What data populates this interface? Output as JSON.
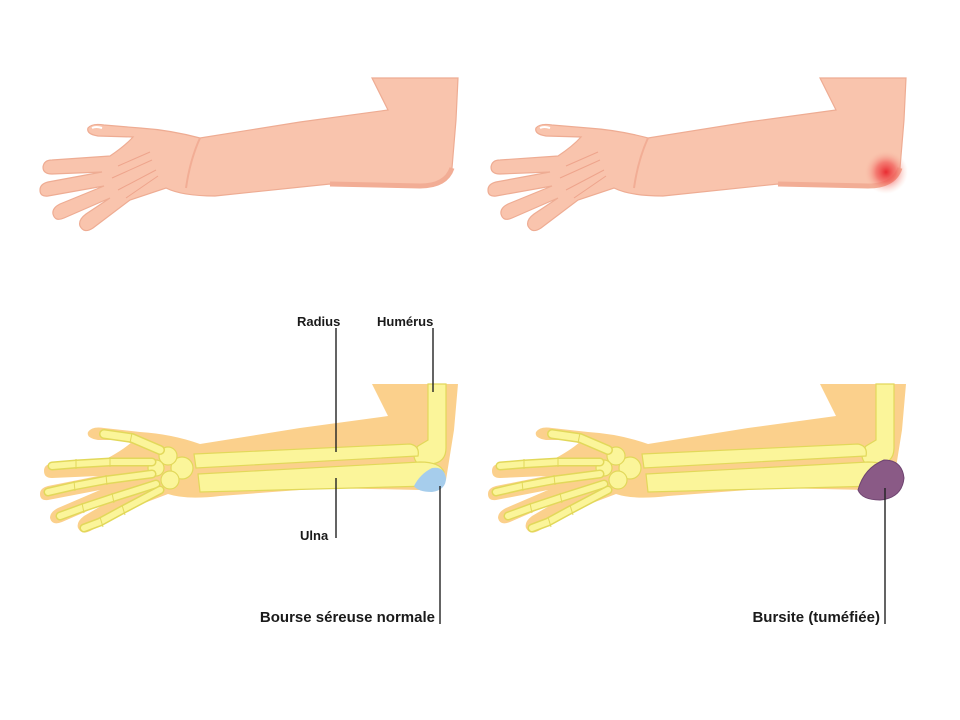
{
  "labels": {
    "radius": "Radius",
    "humerus": "Humérus",
    "ulna": "Ulna",
    "normal_bursa": "Bourse séreuse normale",
    "bursitis": "Bursite (tuméfiée)"
  },
  "colors": {
    "skin": "#f9c4ad",
    "skin_shade": "#f2ad95",
    "inflammation": "#e8242b",
    "tissue": "#fbd08c",
    "bone": "#fbf59a",
    "bone_outline": "#e2d85a",
    "normal_bursa": "#a6cdec",
    "swollen_bursa": "#8a5a86"
  },
  "icons": {
    "healthy_arm": "arm-exterior-icon",
    "inflamed_arm": "arm-inflamed-icon",
    "normal_skeleton": "arm-skeleton-icon",
    "bursitis_skeleton": "arm-skeleton-bursitis-icon"
  }
}
